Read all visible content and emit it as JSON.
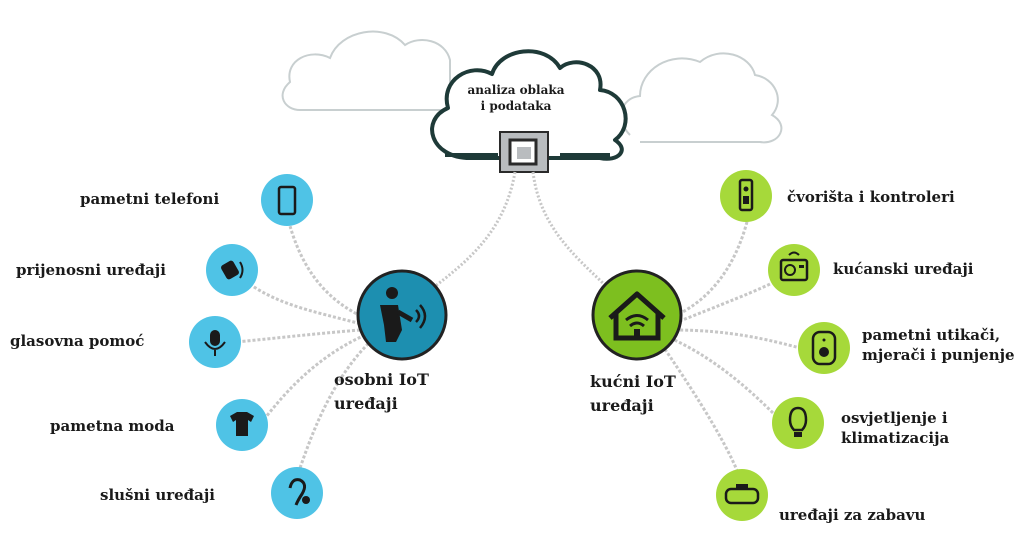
{
  "cloud": {
    "line1": "analiza oblaka",
    "line2": "i podataka"
  },
  "personal_hub": {
    "line1": "osobni IoT",
    "line2": "uređaji",
    "color": "#1d8fb0",
    "icon": "person-waves-icon"
  },
  "home_hub": {
    "line1": "kućni IoT",
    "line2": "uređaji",
    "color": "#7dbf1f",
    "icon": "home-wifi-icon"
  },
  "personal_devices": [
    {
      "label": "pametni telefoni",
      "icon": "smartphone-icon"
    },
    {
      "label": "prijenosni uređaji",
      "icon": "wearable-icon"
    },
    {
      "label": "glasovna pomoć",
      "icon": "microphone-icon"
    },
    {
      "label": "pametna moda",
      "icon": "tshirt-icon"
    },
    {
      "label": "slušni uređaji",
      "icon": "hearing-icon"
    }
  ],
  "home_devices": [
    {
      "line1": "čvorišta i kontroleri",
      "line2": "",
      "icon": "hub-controller-icon"
    },
    {
      "line1": "kućanski uređaji",
      "line2": "",
      "icon": "appliance-icon"
    },
    {
      "line1": "pametni utikači,",
      "line2": "mjerači i punjenje",
      "icon": "smart-plug-icon"
    },
    {
      "line1": "osvjetljenje i",
      "line2": "klimatizacija",
      "icon": "lightbulb-icon"
    },
    {
      "line1": "uređaji za zabavu",
      "line2": "",
      "icon": "vr-headset-icon"
    }
  ],
  "colors": {
    "blue_node": "#4fc3e6",
    "green_node": "#a6d93a",
    "hub_border": "#222222",
    "cloud_outline_dark": "#1e3a38",
    "cloud_outline_light": "#c8cfd0"
  }
}
